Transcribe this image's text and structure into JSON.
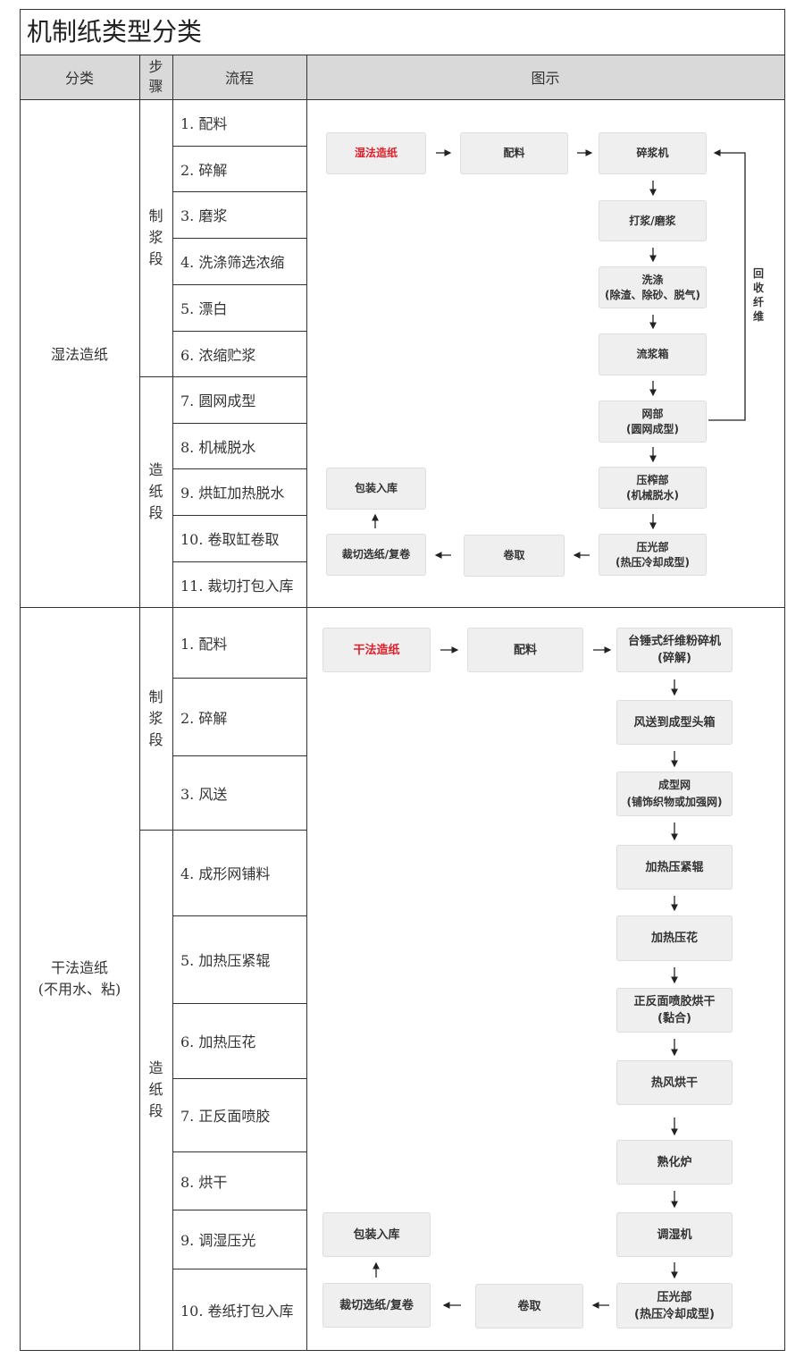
{
  "title": "机制纸类型分类",
  "headers": {
    "category": "分类",
    "step": "步骤",
    "process": "流程",
    "diagram": "图示"
  },
  "wet": {
    "category": "湿法造纸",
    "stages": [
      "制浆段",
      "造纸段"
    ],
    "steps": [
      "1. 配料",
      "2. 碎解",
      "3. 磨浆",
      "4. 洗涤筛选浓缩",
      "5. 漂白",
      "6. 浓缩贮浆",
      "7. 圆网成型",
      "8. 机械脱水",
      "9. 烘缸加热脱水",
      "10. 卷取缸卷取",
      "11. 裁切打包入库"
    ],
    "diagram": {
      "start": "湿法造纸",
      "b1": "配料",
      "b2": "碎浆机",
      "b3": "打浆/磨浆",
      "b4a": "洗涤",
      "b4b": "(除渣、除砂、脱气)",
      "b5": "流浆箱",
      "b6a": "网部",
      "b6b": "(圆网成型)",
      "b7a": "压榨部",
      "b7b": "(机械脱水)",
      "b8a": "压光部",
      "b8b": "(热压冷却成型)",
      "b9": "卷取",
      "b10": "裁切选纸/复卷",
      "b11": "包装入库",
      "recycle": "回收纤维"
    }
  },
  "dry": {
    "category_line1": "干法造纸",
    "category_line2": "(不用水、粘)",
    "stages": [
      "制浆段",
      "造纸段"
    ],
    "steps": [
      "1. 配料",
      "2. 碎解",
      "3. 风送",
      "4. 成形网铺料",
      "5. 加热压紧辊",
      "6. 加热压花",
      "7. 正反面喷胶",
      "8. 烘干",
      "9. 调湿压光",
      "10. 卷纸打包入库"
    ],
    "diagram": {
      "start": "干法造纸",
      "b1": "配料",
      "b2a": "台锤式纤维粉碎机",
      "b2b": "(碎解)",
      "b3": "风送到成型头箱",
      "b4a": "成型网",
      "b4b": "(铺饰织物或加强网)",
      "b5": "加热压紧辊",
      "b6": "加热压花",
      "b7a": "正反面喷胶烘干",
      "b7b": "(黏合)",
      "b8": "热风烘干",
      "b9": "熟化炉",
      "b10": "调湿机",
      "b11a": "压光部",
      "b11b": "(热压冷却成型)",
      "b12": "卷取",
      "b13": "裁切选纸/复卷",
      "b14": "包装入库"
    }
  },
  "colors": {
    "accent": "#e0202a",
    "header_bg": "#d9d9d9",
    "box_bg": "#efefef"
  }
}
